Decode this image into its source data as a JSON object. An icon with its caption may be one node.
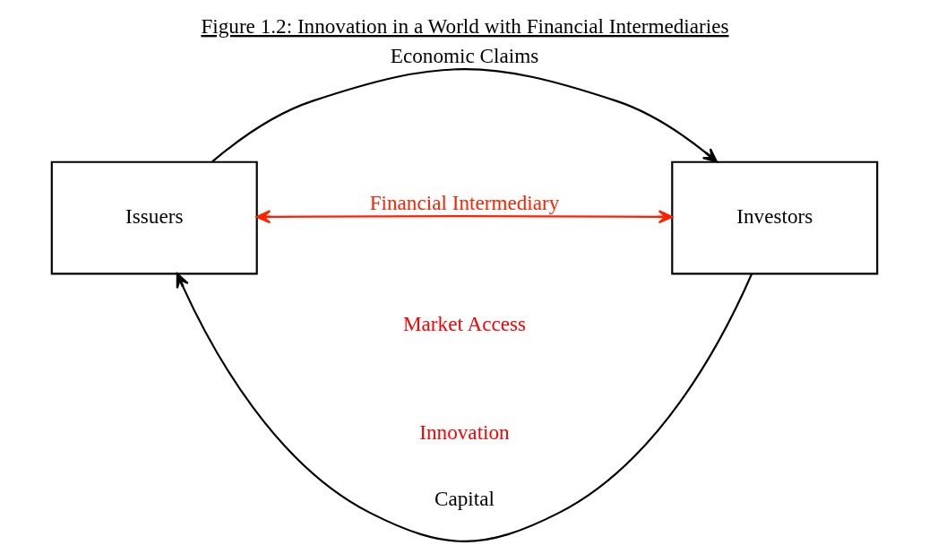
{
  "diagram": {
    "title": "Figure 1.2: Innovation in a World with Financial Intermediaries",
    "nodes": [
      {
        "text": [
          "Issuers"
        ]
      },
      {
        "text": [
          "Investors"
        ]
      }
    ],
    "edges": [
      {
        "from": 1,
        "to": 0,
        "arrow": "to",
        "label": "Capital"
      },
      {
        "from": 0,
        "to": 1,
        "arrow": "to",
        "label": "Economic Claims"
      },
      {
        "from": 0,
        "to": 1,
        "arrow": "both",
        "label": "Financial Intermediary",
        "color": "#ff2200"
      }
    ],
    "labels": [
      "Market Access",
      "Innovation"
    ]
  }
}
